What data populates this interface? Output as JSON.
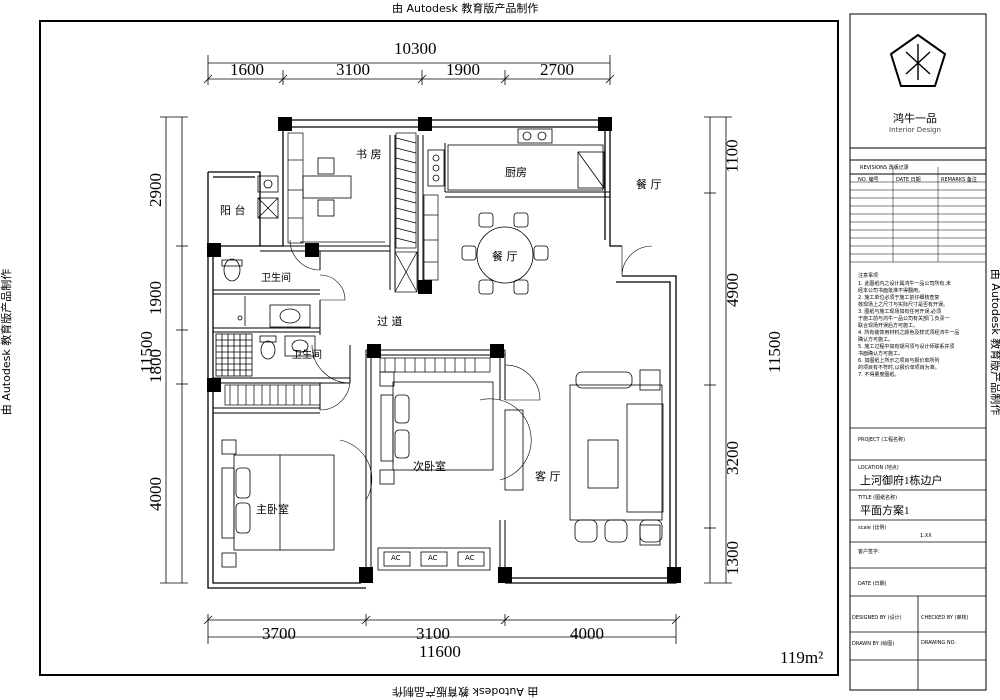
{
  "watermark": "由 Autodesk 教育版产品制作",
  "area": "119m²",
  "dimensions": {
    "top_total": "10300",
    "top": [
      "1600",
      "3100",
      "1900",
      "2700"
    ],
    "bottom_total": "11600",
    "bottom": [
      "3700",
      "3100",
      "4000"
    ],
    "left_total": "11500",
    "left": [
      "2900",
      "1900",
      "1800",
      "4000"
    ],
    "right_total": "11500",
    "right": [
      "1100",
      "4900",
      "3200",
      "1300"
    ]
  },
  "rooms": {
    "study": "书 房",
    "kitchen": "厨房",
    "dining_upper": "餐 厅",
    "dining": "餐 厅",
    "balcony": "阳 台",
    "bathroom1": "卫生间",
    "bathroom2": "卫生间",
    "corridor": "过 道",
    "second_bedroom": "次卧室",
    "master_bedroom": "主卧室",
    "living_room": "客 厅"
  },
  "ac_labels": [
    "AC",
    "AC",
    "AC"
  ],
  "title_block": {
    "company": "鸿牛一品",
    "company_en": "Interior Design",
    "revisions": "REVISIONS 改版记录",
    "rev_no": "NO. 编号",
    "rev_date": "DATE 日期",
    "rev_remarks": "REMARKS 备注",
    "notes_title": "注意事项",
    "notes": [
      "1. 此图纸内之设计属鸿牛一品公司所有,未",
      "经本公司书面批准不得翻用。",
      "2. 施工单位必须于施工前仔细核查复",
      "核现场上之尺寸与实际尺寸是否有开误。",
      "3. 图纸与施工现场如有任何开误,必须",
      "于施工前与鸿牛一品公司有关部门,负责一",
      "联合现场开误后方可施工。",
      "4. 所有装饰用材料之颜色及样式须经鸿牛一品",
      "确认方可施工。",
      "5. 施工过程中如有疑问须与设计师联系并须",
      "书面确认方可施工。",
      "6. 如图纸上所示之项目与报价单所列",
      "的项目有不符时,以报价单项目为准。",
      "7. 不得量度图纸。"
    ],
    "project_label": "PROJECT (工程名称)",
    "location_label": "LOCATION (地点)",
    "location": "上河御府1栋边户",
    "title_label": "TITLE (图纸名称)",
    "title": "平面方案1",
    "scale_label": "scale (比例)",
    "scale": "1:XX",
    "client_label": "客户签字:",
    "date_label": "DATE (日期)",
    "designed_by": "DESIGNED BY (设计)",
    "checked_by": "CHECKED BY (审核)",
    "drawn_by": "DRAWN BY (绘图)",
    "drawing_no": "DRAWING NO."
  }
}
